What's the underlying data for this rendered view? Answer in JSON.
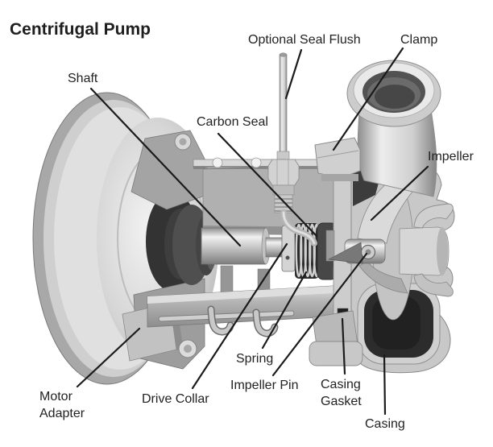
{
  "title": "Centrifugal Pump",
  "diagram": {
    "type": "labeled-cutaway-photograph",
    "subject": "Centrifugal pump cross-section with part callouts"
  },
  "labels": {
    "shaft": "Shaft",
    "optional_seal_flush": "Optional Seal Flush",
    "clamp": "Clamp",
    "carbon_seal": "Carbon Seal",
    "impeller": "Impeller",
    "spring": "Spring",
    "impeller_pin": "Impeller Pin",
    "casing_gasket": "Casing Gasket",
    "casing": "Casing",
    "drive_collar": "Drive Collar",
    "motor_adapter": "Motor Adapter"
  },
  "colors": {
    "background": "#ffffff",
    "title_text": "#1e1e1e",
    "label_text": "#222222",
    "leader_line": "#1b1b1b",
    "metal_light": "#e8e8e8",
    "metal_mid": "#c8c8c8",
    "metal_dark": "#8a8a8a",
    "cavity_dark": "#2c2c2c"
  }
}
